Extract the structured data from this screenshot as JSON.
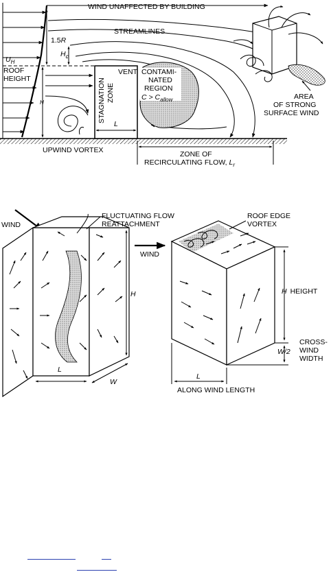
{
  "top_diagram": {
    "wind_unaffected": "WIND UNAFFECTED BY BUILDING",
    "streamlines": "STREAMLINES",
    "r_label": "1.5",
    "r_sym": "R",
    "hc_sym": "H",
    "hc_sub": "c",
    "uh_sym": "U",
    "uh_sub": "H",
    "roof_height_1": "ROOF",
    "roof_height_2": "HEIGHT",
    "stagnation_1": "STAGNATION",
    "stagnation_2": "ZONE",
    "vent": "VENT",
    "contam_1": "CONTAMI-",
    "contam_2": "NATED",
    "contam_3": "REGION",
    "contam_4a": "C > C",
    "contam_4b": "allow",
    "l_sym": "L",
    "area_1": "AREA",
    "area_2": "OF STRONG",
    "area_3": "SURFACE WIND",
    "upwind_vortex": "UPWIND VORTEX",
    "zone_1": "ZONE OF",
    "zone_2a": "RECIRCULATING FLOW, ",
    "zone_2b": "L",
    "zone_2c": "r",
    "h_small": "H"
  },
  "bottom_left": {
    "wind": "WIND",
    "fluct_1": "FLUCTUATING FLOW",
    "fluct_2": "REATTACHMENT",
    "h_sym": "H",
    "l_sym": "L",
    "w_sym": "W"
  },
  "bottom_right": {
    "wind": "WIND",
    "roof_1": "ROOF EDGE",
    "roof_2": "VORTEX",
    "h_sym": "H",
    "height": "HEIGHT",
    "w2": "W/2",
    "cross_1": "CROSS-",
    "cross_2": "WIND",
    "cross_3": "WIDTH",
    "l_sym": "L",
    "along": "ALONG WIND LENGTH"
  }
}
